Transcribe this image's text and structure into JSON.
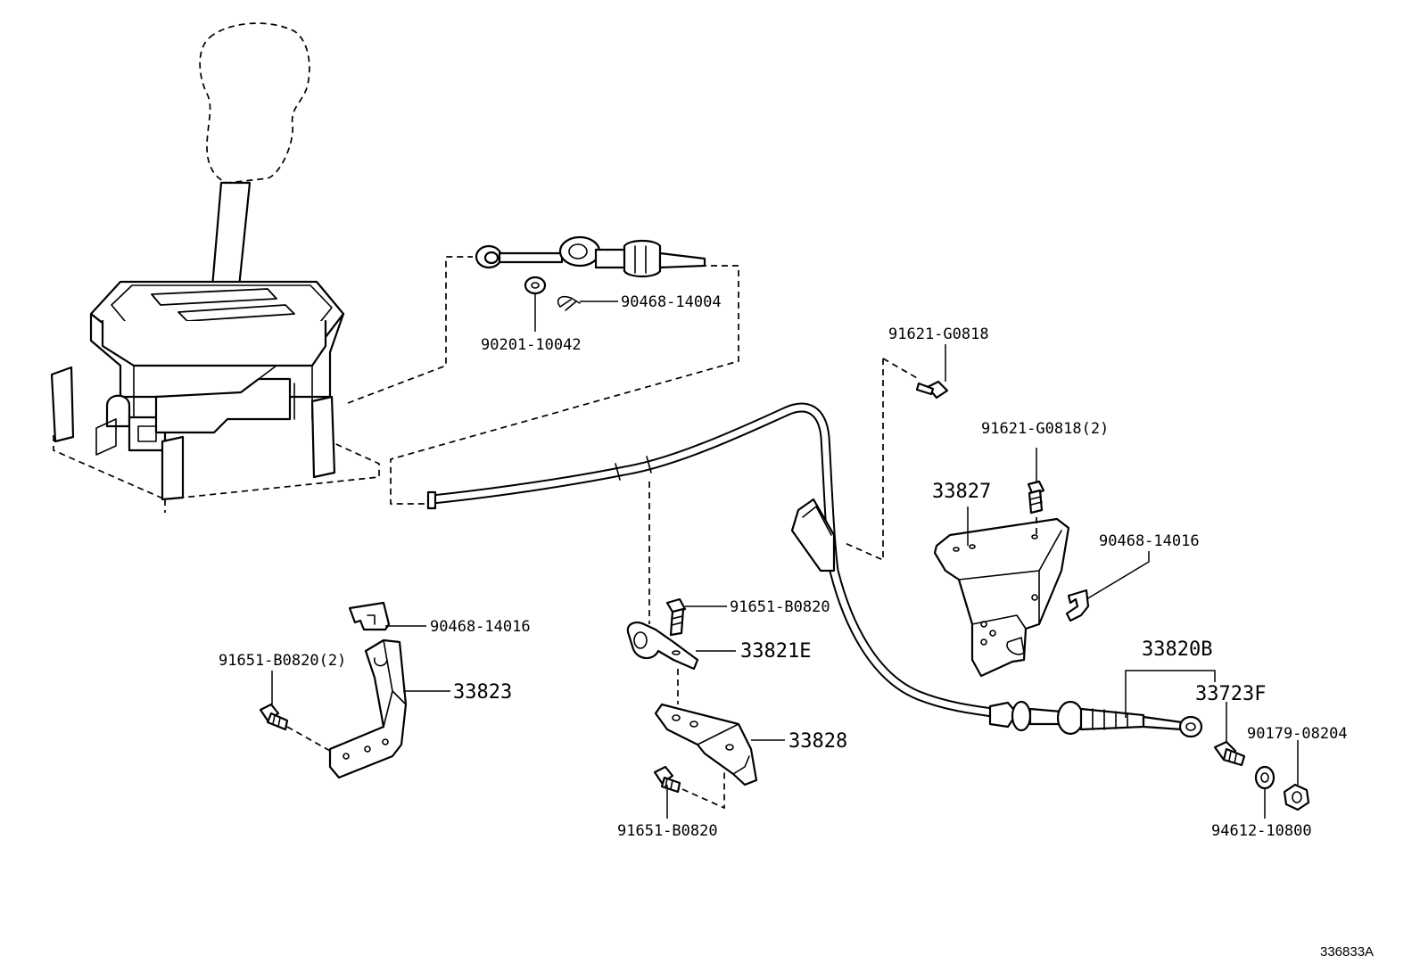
{
  "labels": {
    "p90468_14004": "90468-14004",
    "p90201_10042": "90201-10042",
    "p91621_G0818": "91621-G0818",
    "p91621_G0818_2": "91621-G0818(2)",
    "p33827": "33827",
    "p90468_14016_right": "90468-14016",
    "p91651_B0820_mid": "91651-B0820",
    "p33821E": "33821E",
    "p90468_14016_left": "90468-14016",
    "p91651_B0820_2": "91651-B0820(2)",
    "p33823": "33823",
    "p33828": "33828",
    "p91651_B0820_bottom": "91651-B0820",
    "p33820B": "33820B",
    "p33723F": "33723F",
    "p90179_08204": "90179-08204",
    "p94612_10800": "94612-10800"
  },
  "reference_code": "336833A"
}
